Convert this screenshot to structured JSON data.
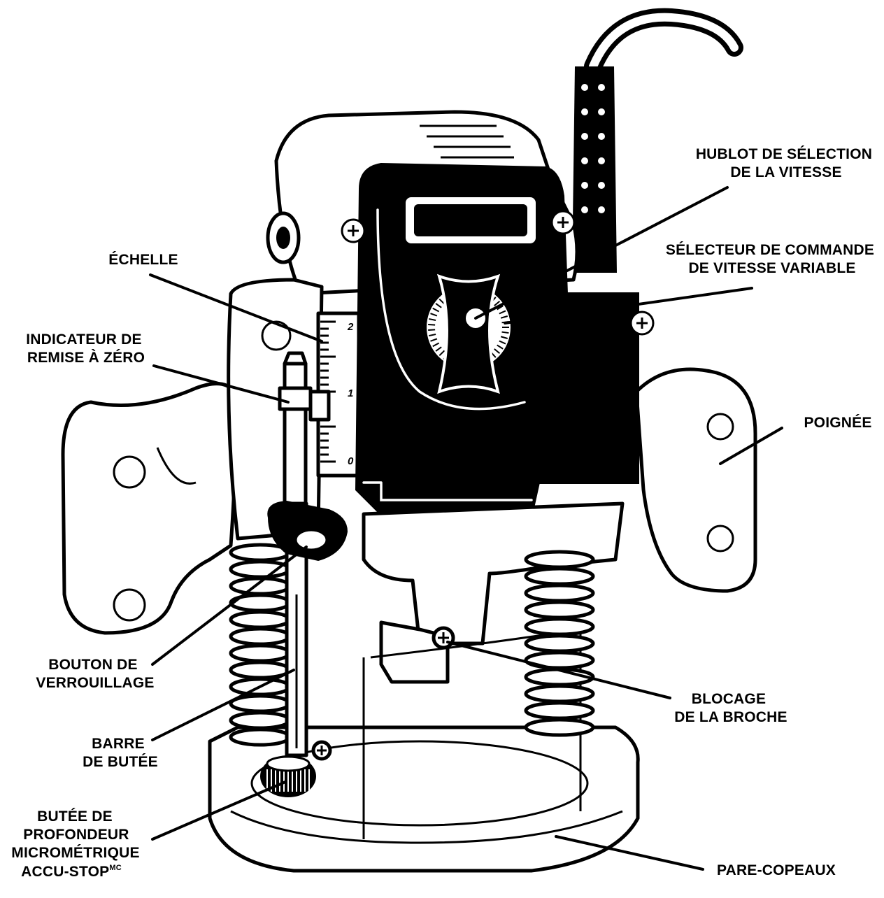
{
  "diagram": {
    "labels": {
      "speed_window": [
        "HUBLOT DE SÉLECTION",
        "DE LA VITESSE"
      ],
      "speed_selector": [
        "SÉLECTEUR DE COMMANDE",
        "DE VITESSE VARIABLE"
      ],
      "scale": [
        "ÉCHELLE"
      ],
      "zero_indicator": [
        "INDICATEUR DE",
        "REMISE À ZÉRO"
      ],
      "handle": [
        "POIGNÉE"
      ],
      "lock_knob": [
        "BOUTON DE",
        "VERROUILLAGE"
      ],
      "spindle_lock": [
        "BLOCAGE",
        "DE LA BROCHE"
      ],
      "stop_bar": [
        "BARRE",
        "DE BUTÉE"
      ],
      "depth_stop": [
        "BUTÉE DE",
        "PROFONDEUR",
        "MICROMÉTRIQUE",
        "ACCU-STOP"
      ],
      "depth_stop_mark": "MC",
      "chip_shield": [
        "PARE-COPEAUX"
      ]
    },
    "scale_marks": [
      "2",
      "1",
      "0"
    ],
    "colors": {
      "ink": "#000000",
      "paper": "#ffffff"
    }
  }
}
